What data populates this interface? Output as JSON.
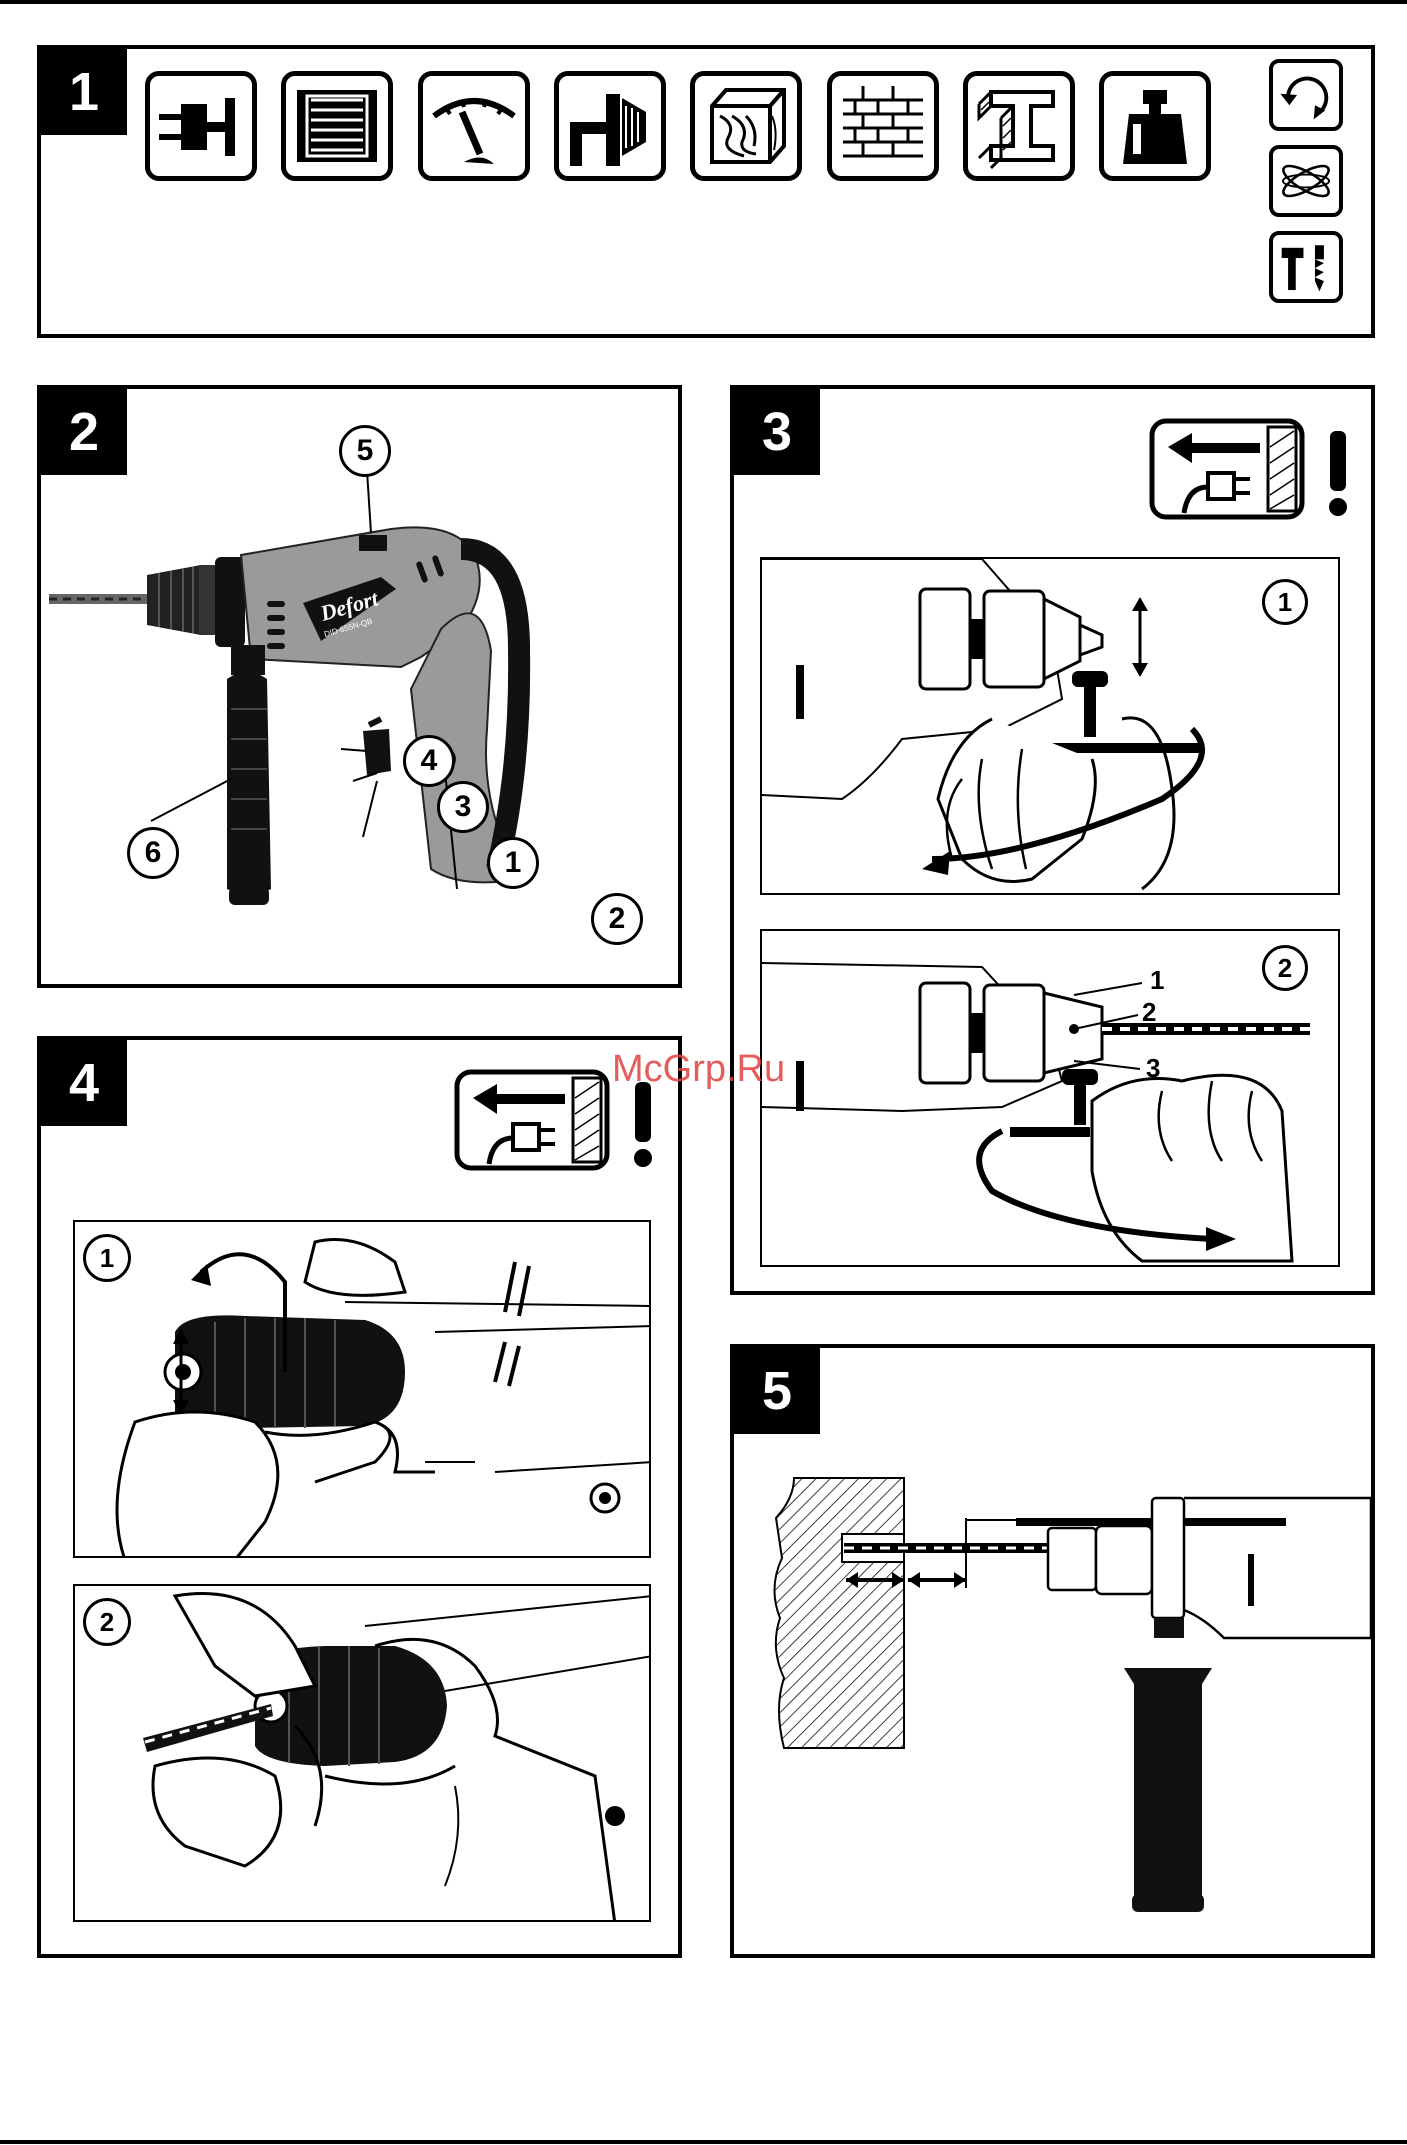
{
  "panels": {
    "p1": {
      "number": "1"
    },
    "p2": {
      "number": "2"
    },
    "p3": {
      "number": "3"
    },
    "p4": {
      "number": "4"
    },
    "p5": {
      "number": "5"
    }
  },
  "drill": {
    "brand": "Defort",
    "model": "DID-655N-QB",
    "callouts": [
      "5",
      "4",
      "3",
      "1",
      "6",
      "2"
    ]
  },
  "step3": {
    "sub1": "1",
    "sub2": "2",
    "chuck_labels": [
      "1",
      "2",
      "3"
    ]
  },
  "step4": {
    "sub1": "1",
    "sub2": "2"
  },
  "icons": [
    "power-plug-icon",
    "motor-icon",
    "gauge-icon",
    "chuck-icon",
    "wood-icon",
    "brick-icon",
    "steel-beam-icon",
    "weight-icon",
    "reverse-rotation-icon",
    "vibration-icon",
    "hammer-drill-icon"
  ],
  "watermark": "McGrp.Ru"
}
